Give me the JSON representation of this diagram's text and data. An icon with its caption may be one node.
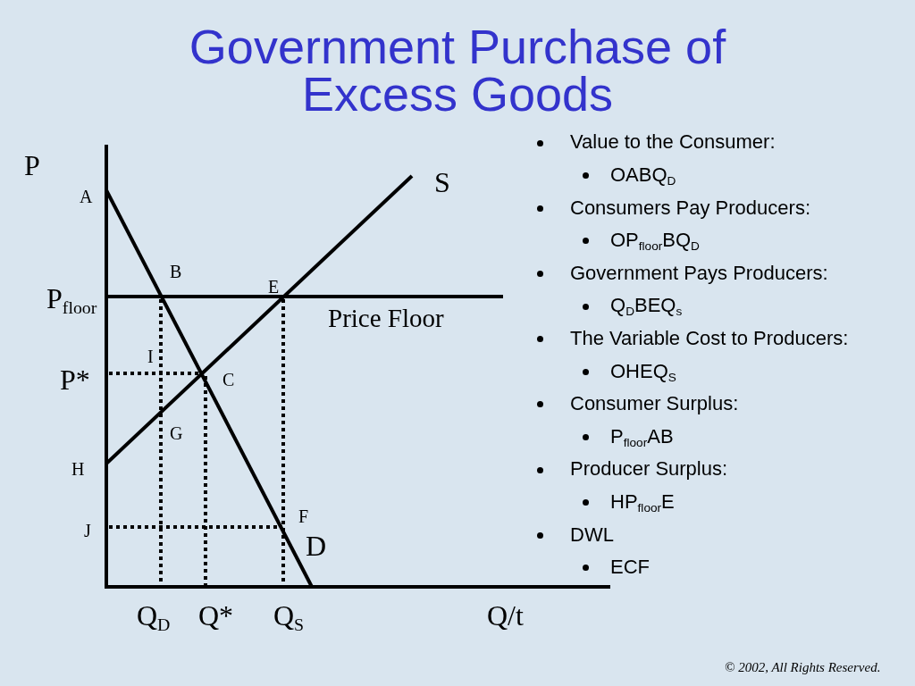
{
  "diagram": {
    "title": "Government Purchase of Excess Goods",
    "labels": [
      "P",
      "A",
      "S",
      "B",
      "E",
      "P$_{floor}$",
      "Price Floor",
      "I",
      "P*",
      "C",
      "G",
      "H",
      "F",
      "J",
      "D",
      "Q$_{D}$",
      "Q*",
      "Q$_{S}$",
      "Q/t",
      "Value to the Consumer:",
      "OABQ$_{D}$",
      "Consumers Pay Producers:",
      "OP$_{floor}$BQ$_{D}$",
      "Government Pays Producers:",
      "Q$_{D}$BEQ$_{s}$",
      "The Variable Cost to Producers:",
      "OHEQ$_{S}$",
      "Consumer Surplus:",
      "P$_{floor}$AB",
      "Producer Surplus:",
      "HP$_{floor}$E",
      "DWL",
      "ECF",
      "© 2002, All Rights Reserved."
    ]
  }
}
